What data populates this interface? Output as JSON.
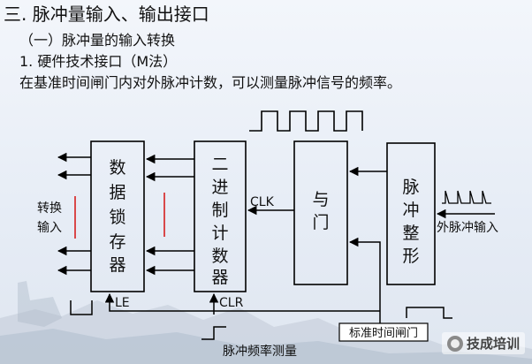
{
  "title": "三. 脉冲量输入、输出接口",
  "subtitle": "（一）脉冲量的输入转换",
  "section": "1. 硬件技术接口（M法）",
  "description": "在基准时间闸门内对外脉冲计数，可以测量脉冲信号的频率。",
  "blocks": {
    "latch": [
      "数",
      "据",
      "锁",
      "存",
      "器"
    ],
    "counter": [
      "二",
      "进",
      "制",
      "计",
      "数",
      "器"
    ],
    "and_gate": [
      "与",
      "门"
    ],
    "shaper": [
      "脉",
      "冲",
      "整",
      "形"
    ]
  },
  "labels": {
    "clk": "CLK",
    "clr": "CLR",
    "le": "LE",
    "convert_input": [
      "转换",
      "输入"
    ],
    "external_pulse_input": "外脉冲输入",
    "gate_time": "标准时间闸门",
    "freq_measure": "脉冲频率测量"
  },
  "watermark": "技成培训",
  "colors": {
    "line": "#000000",
    "accent_red": "#d62020",
    "wall": "#b9c4d3"
  }
}
